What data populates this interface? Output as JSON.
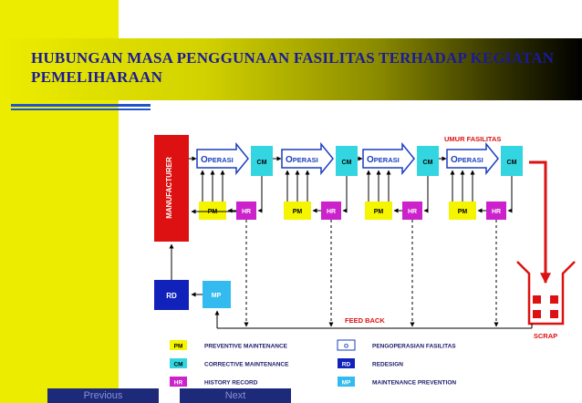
{
  "title": "HUBUNGAN MASA PENGGUNAAN FASILITAS TERHADAP KEGIATAN PEMELIHARAAN",
  "nav": {
    "previous": "Previous",
    "next": "Next"
  },
  "diagram": {
    "manufacturer": "MANUFACTURER",
    "umur_fasilitas": "UMUR FASILITAS",
    "operasi_first": "O",
    "operasi_rest": "PERASI",
    "cm": "CM",
    "pm": "PM",
    "hr": "HR",
    "rd": "RD",
    "mp": "MP",
    "feed_back": "FEED BACK",
    "scrap": "SCRAP"
  },
  "legend": [
    {
      "code": "PM",
      "label": "PREVENTIVE MAINTENANCE",
      "color": "#f5f500"
    },
    {
      "code": "CM",
      "label": "CORRECTIVE MAINTENANCE",
      "color": "#33d6e0"
    },
    {
      "code": "HR",
      "label": "HISTORY RECORD",
      "color": "#cc22cc"
    },
    {
      "code": "O",
      "label": "PENGOPERASIAN FASILITAS",
      "color": "#ffffff"
    },
    {
      "code": "RD",
      "label": "REDESIGN",
      "color": "#1122bb"
    },
    {
      "code": "MP",
      "label": "MAINTENANCE PREVENTION",
      "color": "#33bbf0"
    }
  ],
  "colors": {
    "manufacturer": "#dd1111",
    "pm": "#f5f500",
    "cm": "#33d6e0",
    "hr": "#cc22cc",
    "rd": "#1122bb",
    "mp": "#33bbf0",
    "accent_red": "#dd1111",
    "operasi_border": "#1a3fbf"
  }
}
